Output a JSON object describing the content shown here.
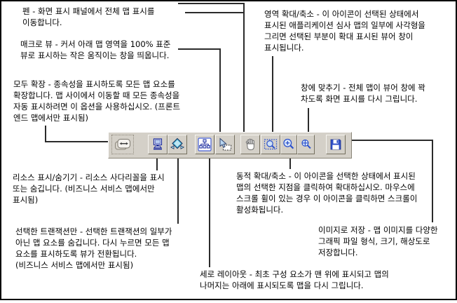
{
  "figure": {
    "background": "#ffffff",
    "border_color": "#000000",
    "connector_color": "#2b2b2b",
    "toolbar_background": "#d4d0c8",
    "icon_accent_color": "#2a3fb0"
  },
  "toolbar": {
    "buttons": [
      {
        "icon": "expand-all-icon",
        "feature": "모두 확장",
        "state": "selected"
      },
      {
        "icon": "resource-show-hide-icon",
        "feature": "리소스 표시/숨기기",
        "state": "normal"
      },
      {
        "icon": "selected-transactions-icon",
        "feature": "선택한 트랜잭션만",
        "state": "normal"
      },
      {
        "icon": "vertical-layout-icon",
        "feature": "세로 레이아웃",
        "state": "normal"
      },
      {
        "icon": "macro-view-icon",
        "feature": "매크로 뷰",
        "state": "normal"
      },
      {
        "icon": "pan-hand-icon",
        "feature": "펜",
        "state": "normal"
      },
      {
        "icon": "area-zoom-icon",
        "feature": "영역 확대/축소",
        "state": "normal"
      },
      {
        "icon": "dynamic-zoom-icon",
        "feature": "동적 확대/축소",
        "state": "normal"
      },
      {
        "icon": "fit-to-window-icon",
        "feature": "창에 맞추기",
        "state": "normal"
      },
      {
        "icon": "save-image-icon",
        "feature": "이미지로 저장",
        "state": "normal"
      }
    ]
  },
  "callouts": {
    "pan": {
      "lines": [
        "펜 - 화면 표시 패널에서 전체 맵 표시를",
        "이동합니다."
      ]
    },
    "macro": {
      "lines": [
        "매크로 뷰 - 커서 아래 맵 영역을 100% 표준",
        "뷰로 표시하는 작은 움직이는 창을 띄웁니다."
      ]
    },
    "expand": {
      "lines": [
        "모두 확장 - 종속성을 표시하도록 모든 맵 요소를",
        "확장합니다. 맵 사이에서 이동할 때 모든 종속성을",
        "자동 표시하려면 이 옵션을 사용하십시오. (프론트",
        "엔드 맵에서만 표시됨)"
      ]
    },
    "area": {
      "lines": [
        "영역 확대/축소 - 이 아이콘이 선택된 상태에서",
        "표시된 애플리케이션 심사 맵의 일부에 사각형을",
        "그리면 선택된 부분이 확대 표시된 뷰어 창이",
        "표시됩니다."
      ]
    },
    "fit": {
      "lines": [
        "창에 맞추기 - 전체 맵이 뷰어 창에 꽉",
        "차도록 화면 표시를 다시 그립니다."
      ]
    },
    "resource": {
      "lines": [
        "리소스 표시/숨기기 - 리소스 사다리꼴을 표시",
        "또는 숨깁니다. (비즈니스 서비스 맵에서만",
        "표시됨)"
      ]
    },
    "selected": {
      "lines": [
        "선택한 트랜잭션만 - 선택한 트랜잭션의 일부가",
        "아닌 맵 요소를 숨깁니다. 다시 누르면 모든 맵",
        "요소를 표시하도록 뷰가 전환됩니다.",
        "(비즈니스 서비스 맵에서만 표시됨)"
      ]
    },
    "dynamic": {
      "lines": [
        "동적 확대/축소 - 이 아이콘을 선택한 상태에서 표시된",
        "맵의 선택한 지점을 클릭하여 확대하십시오. 마우스에",
        "스크롤 휠이 있는 경우 이 아이콘을 클릭하면 스크롤이",
        "활성화됩니다."
      ]
    },
    "save": {
      "lines": [
        "이미지로 저장 - 맵 이미지를 다양한",
        "그래픽 파일 형식, 크기, 해상도로",
        "저장합니다."
      ]
    },
    "vlayout": {
      "lines": [
        "세로 레이아웃 - 최초 구성 요소가 맨 위에 표시되고 맵의",
        "나머지는 아래에 표시되도록 맵을 다시 그립니다."
      ]
    }
  }
}
